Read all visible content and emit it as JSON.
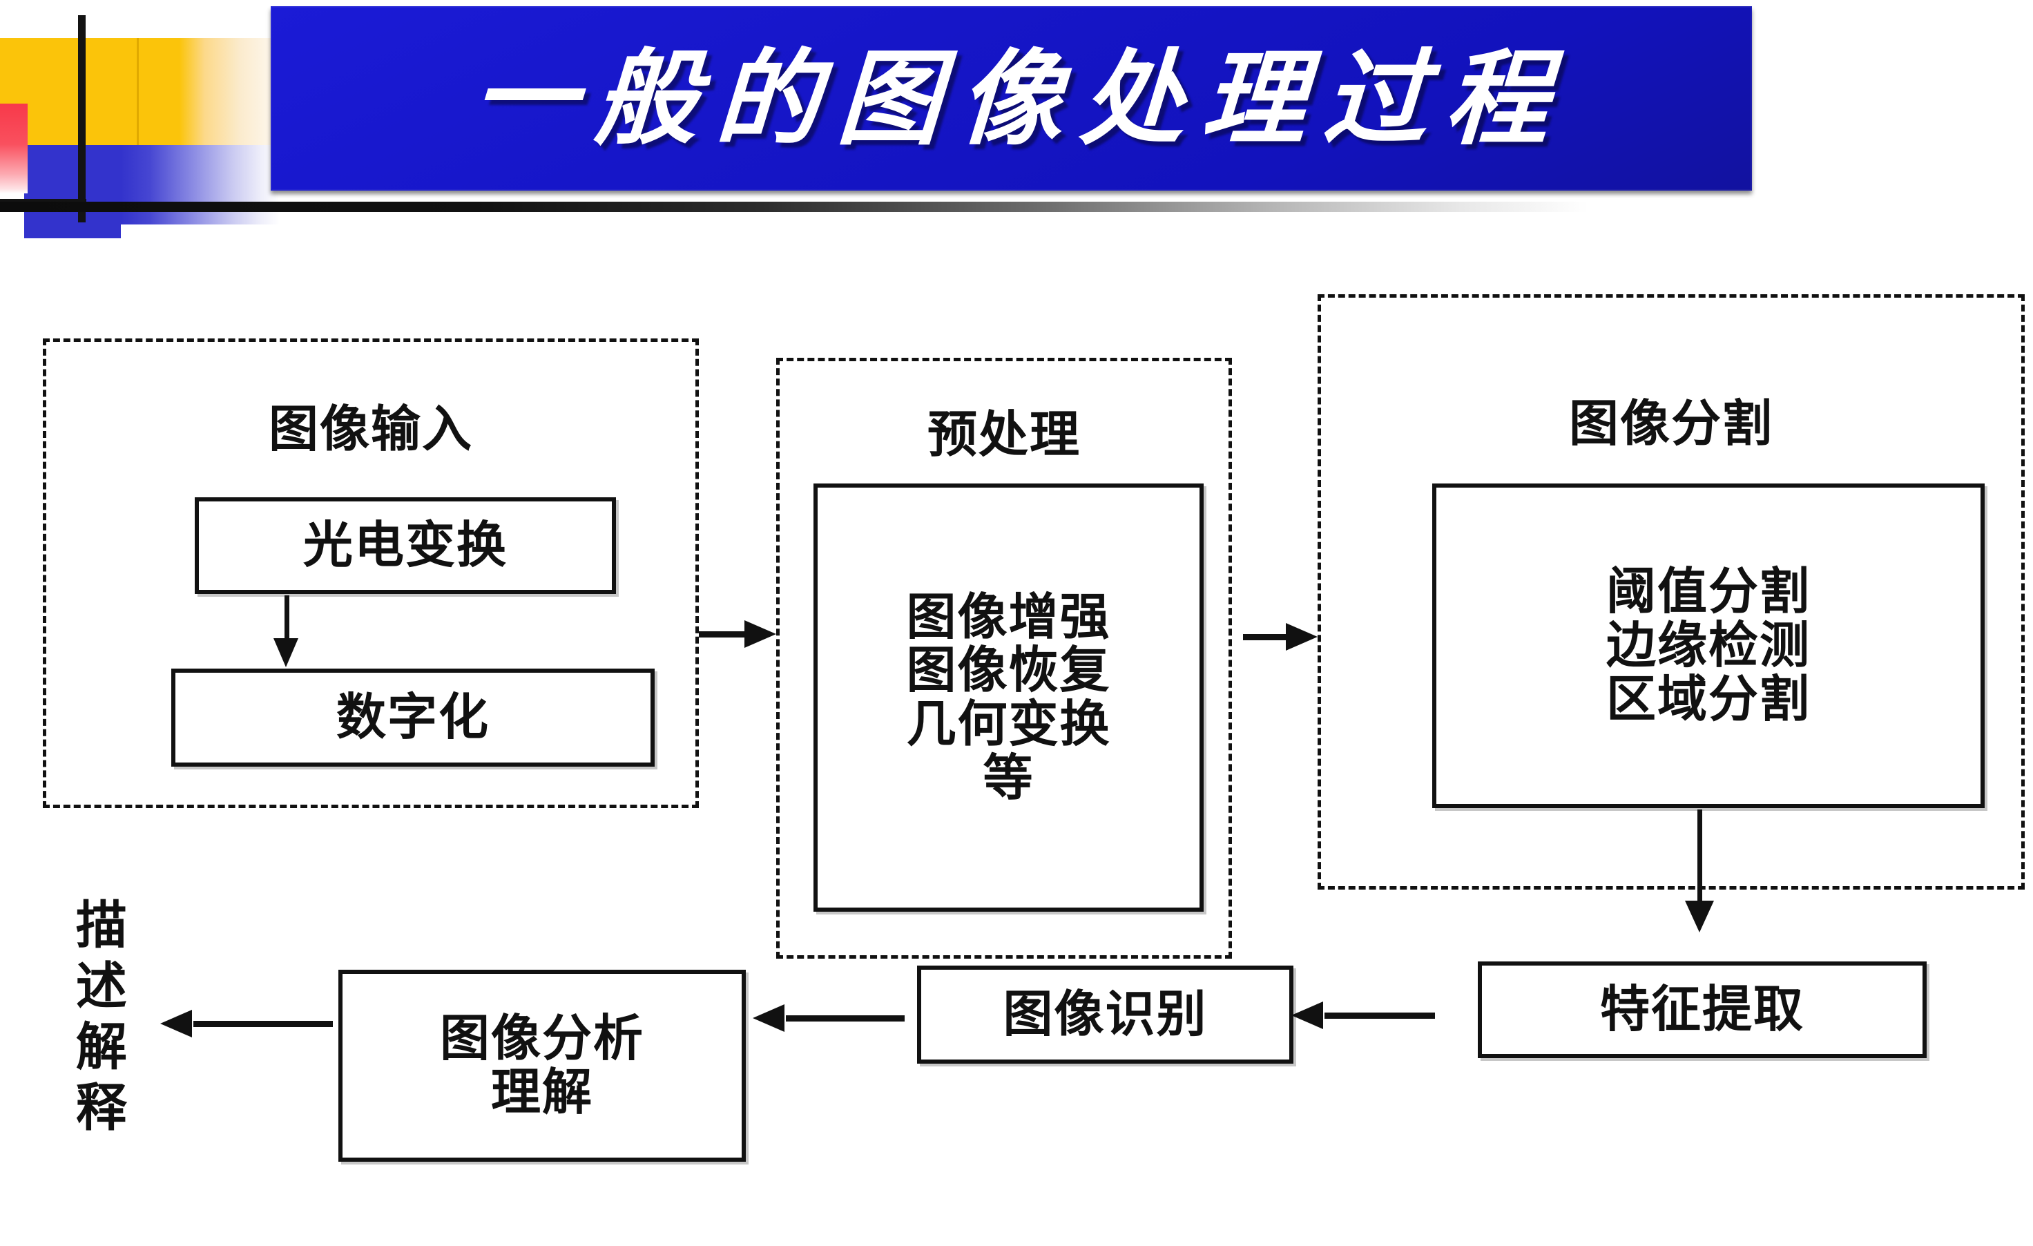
{
  "slide": {
    "title": "一般的图像处理过程"
  },
  "diagram": {
    "stages": [
      {
        "key": "image-input",
        "title": "图像输入",
        "inner": [
          {
            "key": "photoelectric-conversion",
            "lines": [
              "光电变换"
            ]
          },
          {
            "key": "digitization",
            "lines": [
              "数字化"
            ]
          }
        ]
      },
      {
        "key": "preprocessing",
        "title": "预处理",
        "inner": [
          {
            "key": "preprocessing-methods",
            "lines": [
              "图像增强",
              "图像恢复",
              "几何变换",
              "等"
            ]
          }
        ]
      },
      {
        "key": "image-segmentation",
        "title": "图像分割",
        "inner": [
          {
            "key": "segmentation-methods",
            "lines": [
              "阈值分割",
              "边缘检测",
              "区域分割"
            ]
          }
        ]
      }
    ],
    "bottom": {
      "feature_extraction": "特征提取",
      "image_recognition": "图像识别",
      "image_analysis": [
        "图像分析",
        "理解"
      ],
      "description_interpretation": "描述解释"
    }
  },
  "colors": {
    "banner_blue": "#1616C8",
    "deco_yellow": "#FBC40A",
    "deco_blue": "#3333CC",
    "deco_red": "#F8394A",
    "ink": "#111111",
    "page": "#FFFFFF"
  }
}
